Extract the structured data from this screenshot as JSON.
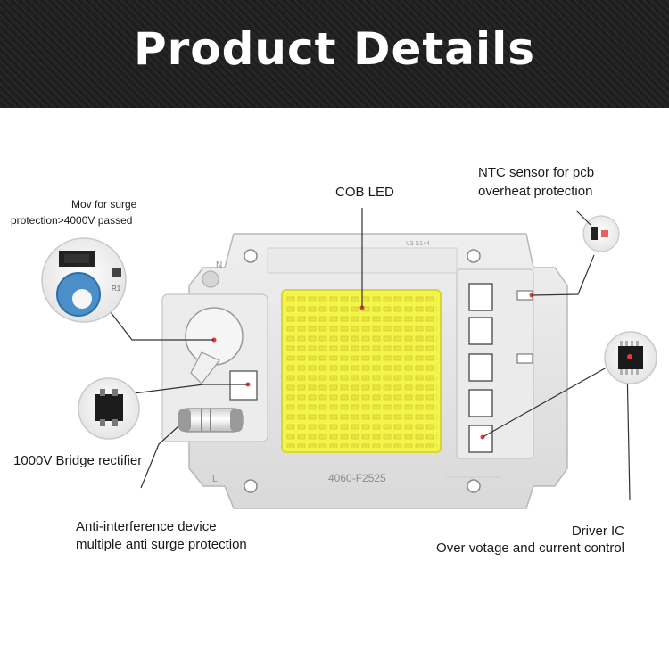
{
  "banner": {
    "title": "Product Details"
  },
  "labels": {
    "cob_led": "COB LED",
    "ntc_line1": "NTC sensor for pcb",
    "ntc_line2": "overheat protection",
    "mov_line1": "Mov for surge",
    "mov_line2": "protection>4000V passed",
    "rectifier": "1000V Bridge rectifier",
    "anti_line1": "Anti-interference device",
    "anti_line2": "multiple anti surge protection",
    "driver_line1": "Driver IC",
    "driver_line2": "Over votage and current control"
  },
  "board": {
    "model": "4060-F2525",
    "silk_n": "N",
    "silk_l": "L",
    "silk_r1": "R1",
    "silk_small": "V3 S144"
  },
  "colors": {
    "banner": "#222222",
    "led_yellow": "#f4f54a",
    "board": "#e6e6e6",
    "leader": "#333333"
  }
}
